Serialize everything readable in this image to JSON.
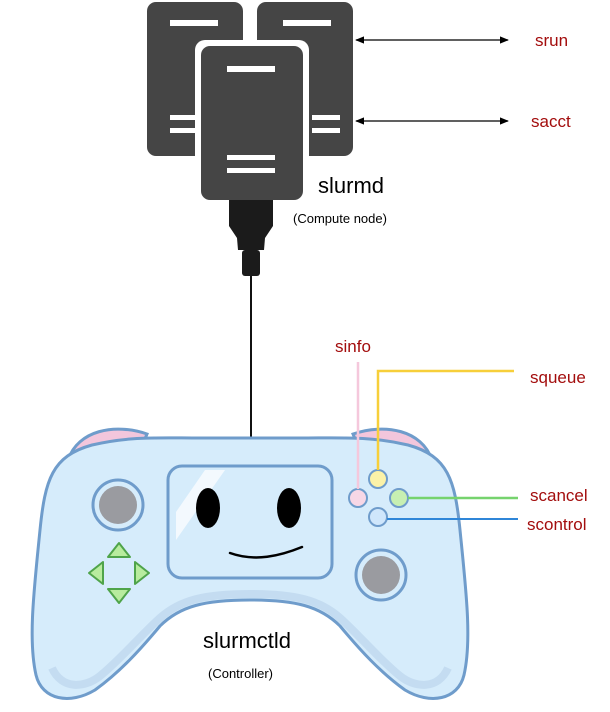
{
  "compute": {
    "name": "slurmd",
    "role": "(Compute node)"
  },
  "controller": {
    "name": "slurmctld",
    "role": "(Controller)"
  },
  "commands": {
    "srun": "srun",
    "sacct": "sacct",
    "sinfo": "sinfo",
    "squeue": "squeue",
    "scancel": "scancel",
    "scontrol": "scontrol"
  },
  "colors": {
    "server": "#454545",
    "controller_body": "#d6ecfb",
    "controller_outline": "#6f9ccb",
    "command_text": "#a30d0d",
    "sinfo_line": "#f5c8dc",
    "squeue_line": "#f7cf3a",
    "scancel_line": "#76d36e",
    "scontrol_line": "#2f86d8"
  },
  "icons": [
    "server-icon",
    "power-plug-icon",
    "game-controller-icon"
  ]
}
